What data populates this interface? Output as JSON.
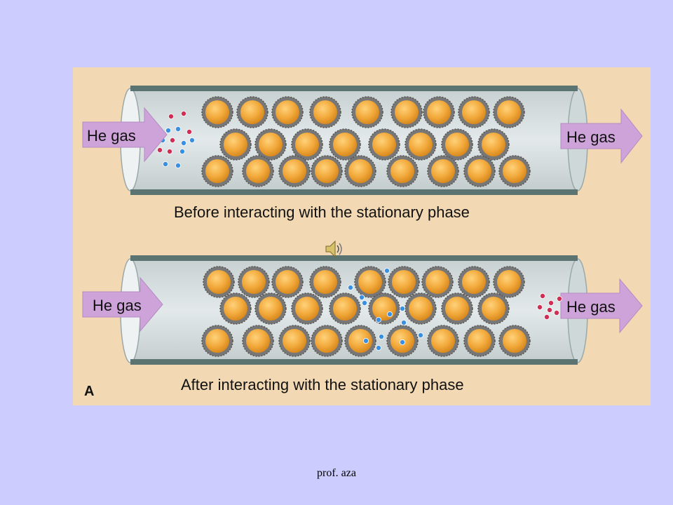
{
  "figure": {
    "top": {
      "inlet_label": "He gas",
      "outlet_label": "He gas",
      "caption": "Before interacting with the stationary phase"
    },
    "bottom": {
      "inlet_label": "He gas",
      "outlet_label": "He gas",
      "caption": "After interacting with the stationary phase"
    },
    "panel_letter": "A",
    "colors": {
      "background": "#f3d9b3",
      "tube": "#d7dfe0",
      "tube_wall": "#5b7371",
      "bead": "#f2a93b",
      "bead_coat": "#777777",
      "arrow": "#cda3d9",
      "molecule_red": "#d02f55",
      "molecule_blue": "#3b8fe0"
    }
  },
  "audio": {
    "icon": "speaker-icon"
  },
  "footer": {
    "text": "prof. aza"
  },
  "page_background": "#ccccff"
}
